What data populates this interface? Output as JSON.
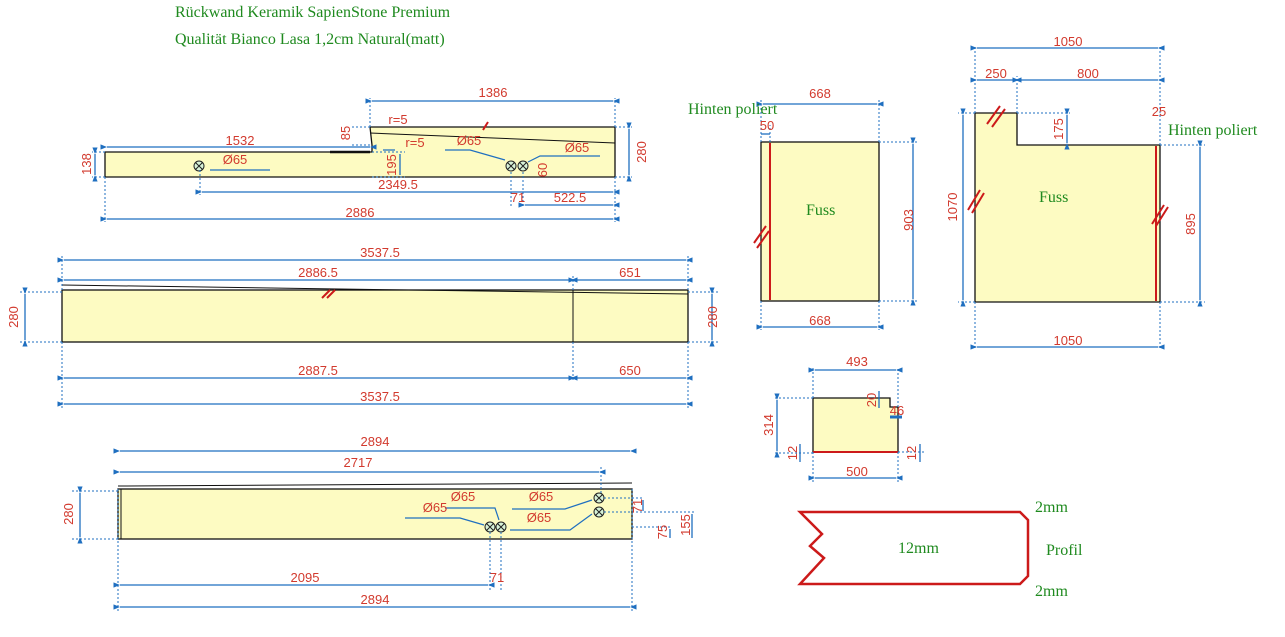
{
  "title": {
    "line1": "Rückwand Keramik SapienStone Premium",
    "line2": "Qualität Bianco Lasa 1,2cm Natural(matt)"
  },
  "colors": {
    "fill": "#fdfbc2",
    "dimension": "#1f6fc0",
    "dim_text": "#d23a2e",
    "label": "#1f8a1f",
    "polished_edge": "#cc1a1a"
  },
  "panel1": {
    "dims": [
      "1386",
      "1532",
      "2349.5",
      "522.5",
      "71",
      "2886",
      "280",
      "138",
      "85",
      "195",
      "60"
    ],
    "radii": [
      "r=5",
      "r=5"
    ],
    "holes": [
      "Ø65",
      "Ø65",
      "Ø65"
    ]
  },
  "panel2": {
    "dims": [
      "3537.5",
      "2886.5",
      "651",
      "2887.5",
      "650",
      "3537.5",
      "280",
      "280"
    ]
  },
  "panel3": {
    "dims": [
      "2894",
      "2717",
      "2095",
      "71",
      "2894",
      "280",
      "71",
      "75",
      "155"
    ],
    "holes": [
      "Ø65",
      "Ø65",
      "Ø65",
      "Ø65"
    ]
  },
  "fuss1": {
    "label": "Fuss",
    "note": "Hinten poliert",
    "dims": [
      "668",
      "50",
      "903",
      "668"
    ]
  },
  "fuss2": {
    "label": "Fuss",
    "note": "Hinten poliert",
    "dims": [
      "1050",
      "250",
      "800",
      "25",
      "175",
      "1070",
      "895",
      "1050"
    ]
  },
  "small": {
    "dims": [
      "493",
      "314",
      "20",
      "46",
      "12",
      "12",
      "500"
    ]
  },
  "profile": {
    "thickness": "12mm",
    "top": "2mm",
    "bottom": "2mm",
    "label": "Profil"
  }
}
